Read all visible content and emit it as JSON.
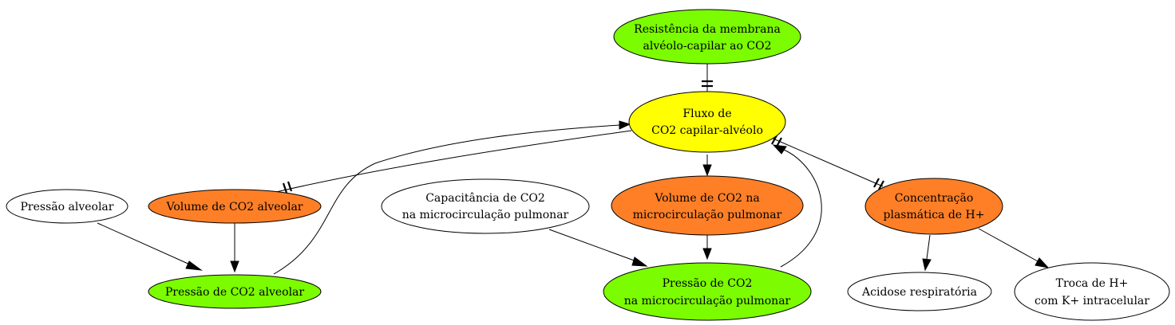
{
  "colors": {
    "green": "#7cfc00",
    "yellow": "#ffff00",
    "orange": "#ff7f27",
    "white": "#ffffff",
    "stroke": "#000000"
  },
  "nodes": {
    "resistencia": {
      "line1": "Resistência da membrana",
      "line2": "alvéolo-capilar ao CO2",
      "fill": "green"
    },
    "fluxo": {
      "line1": "Fluxo de",
      "line2": "CO2 capilar-alvéolo",
      "fill": "yellow"
    },
    "pressao_alveolar": {
      "line1": "Pressão alveolar",
      "fill": "white"
    },
    "volume_alveolar": {
      "line1": "Volume de CO2 alveolar",
      "fill": "orange"
    },
    "capacitancia": {
      "line1": "Capacitância de CO2",
      "line2": "na microcirculação pulmonar",
      "fill": "white"
    },
    "volume_micro": {
      "line1": "Volume de CO2 na",
      "line2": "microcirculação pulmonar",
      "fill": "orange"
    },
    "concentracao": {
      "line1": "Concentração",
      "line2": "plasmática de H+",
      "fill": "orange"
    },
    "pressao_co2_alveolar": {
      "line1": "Pressão de CO2 alveolar",
      "fill": "green"
    },
    "pressao_micro": {
      "line1": "Pressão de CO2",
      "line2": "na microcirculação pulmonar",
      "fill": "green"
    },
    "acidose": {
      "line1": "Acidose respiratória",
      "fill": "white"
    },
    "troca": {
      "line1": "Troca de H+",
      "line2": "com K+ intracelular",
      "fill": "white"
    }
  },
  "edges": [
    {
      "from": "resistencia",
      "to": "fluxo",
      "marker": "double-tick"
    },
    {
      "from": "fluxo",
      "to": "volume_alveolar",
      "marker": "double-tick"
    },
    {
      "from": "fluxo",
      "to": "volume_micro",
      "marker": "arrow"
    },
    {
      "from": "fluxo",
      "to": "concentracao",
      "marker": "double-tick"
    },
    {
      "from": "pressao_alveolar",
      "to": "pressao_co2_alveolar",
      "marker": "arrow"
    },
    {
      "from": "volume_alveolar",
      "to": "pressao_co2_alveolar",
      "marker": "arrow"
    },
    {
      "from": "pressao_co2_alveolar",
      "to": "fluxo",
      "marker": "arrow"
    },
    {
      "from": "capacitancia",
      "to": "pressao_micro",
      "marker": "arrow"
    },
    {
      "from": "volume_micro",
      "to": "pressao_micro",
      "marker": "arrow"
    },
    {
      "from": "pressao_micro",
      "to": "fluxo",
      "marker": "arrow"
    },
    {
      "from": "concentracao",
      "to": "acidose",
      "marker": "arrow"
    },
    {
      "from": "concentracao",
      "to": "troca",
      "marker": "arrow"
    }
  ]
}
